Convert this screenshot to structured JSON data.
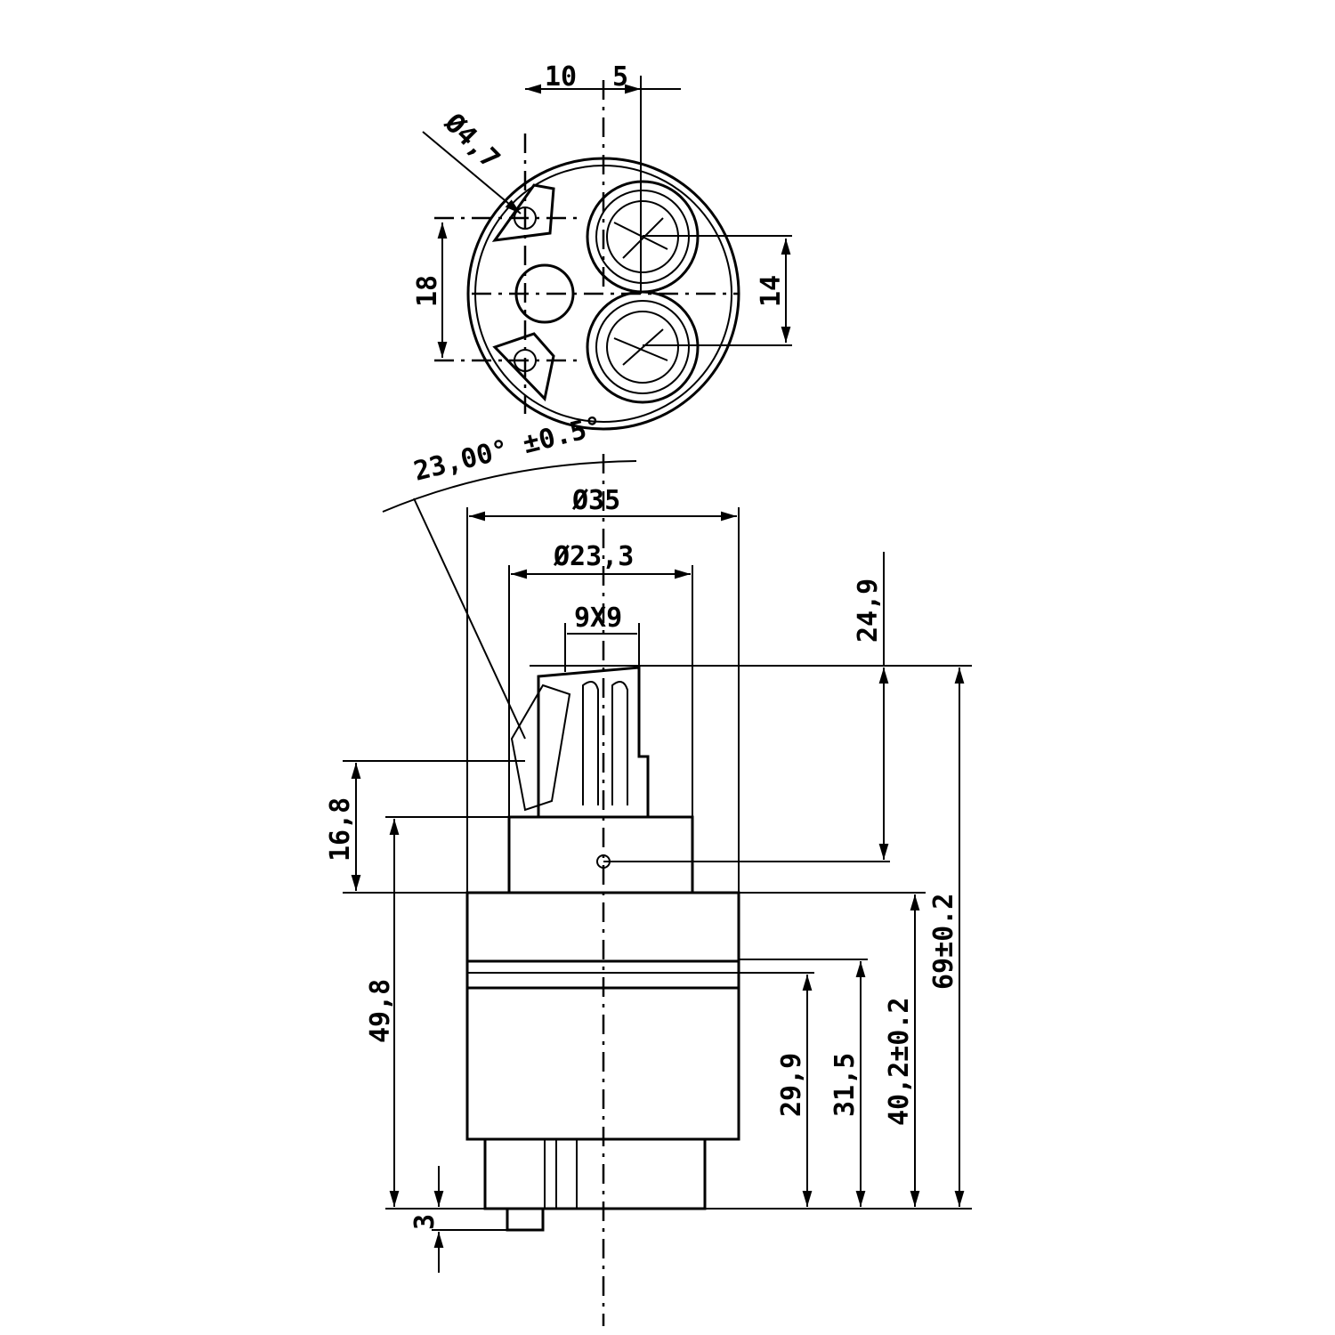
{
  "drawing": {
    "top_view": {
      "dim_10": "10",
      "dim_5": "5",
      "dim_hole_dia": "Ø4,7",
      "dim_18": "18",
      "dim_14": "14"
    },
    "side_view": {
      "angle": "23,00° ±0.5°",
      "dia_outer": "Ø35",
      "dia_upper": "Ø23,3",
      "spline": "9X9",
      "dim_24_9": "24,9",
      "dim_16_8": "16,8",
      "dim_49_8": "49,8",
      "dim_69": "69±0.2",
      "dim_40_2": "40,2±0.2",
      "dim_31_5": "31,5",
      "dim_29_9": "29,9",
      "dim_3": "3"
    }
  }
}
